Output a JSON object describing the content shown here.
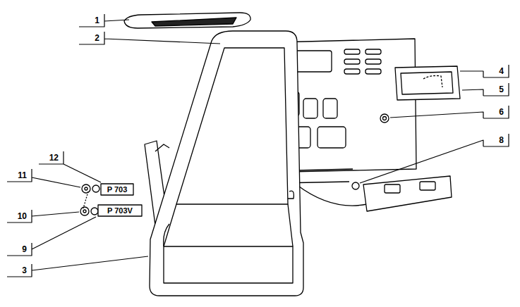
{
  "diagram": {
    "labels": [
      "1",
      "2",
      "4",
      "5",
      "6",
      "8",
      "12",
      "11",
      "P 703",
      "10",
      "P 703V",
      "9",
      "3"
    ]
  }
}
